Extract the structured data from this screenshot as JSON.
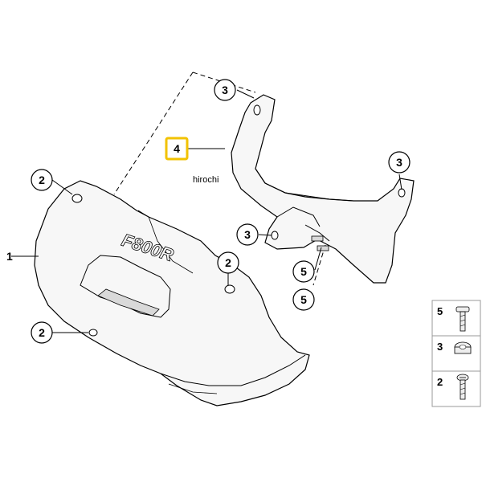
{
  "callouts": {
    "part1": "1",
    "bracket_top_screw": "3",
    "bracket_label": "4",
    "bracket_right_screw": "3",
    "bracket_left_screw": "3",
    "bracket_nut_a": "5",
    "bracket_nut_b": "5",
    "cowl_top_bolt": "2",
    "cowl_right_bolt": "2",
    "cowl_lower_bolt": "2"
  },
  "watermark": "hirochi",
  "cowl_logo": "F800R",
  "hardware_legend": [
    {
      "number": "5"
    },
    {
      "number": "3"
    },
    {
      "number": "2"
    }
  ],
  "colors": {
    "highlight_box": "#f2c200",
    "line": "#000000",
    "part_fill": "#f7f7f7",
    "part_shadow": "#d9d9d9"
  }
}
